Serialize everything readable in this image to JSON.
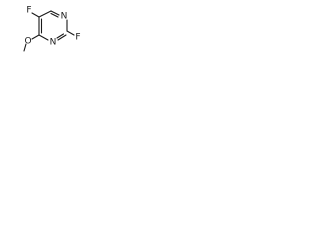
{
  "molecule": {
    "atoms": {
      "f_top": "F",
      "n_upper": "N",
      "f_right": "F",
      "n_lower": "N",
      "o_methoxy": "O"
    }
  }
}
